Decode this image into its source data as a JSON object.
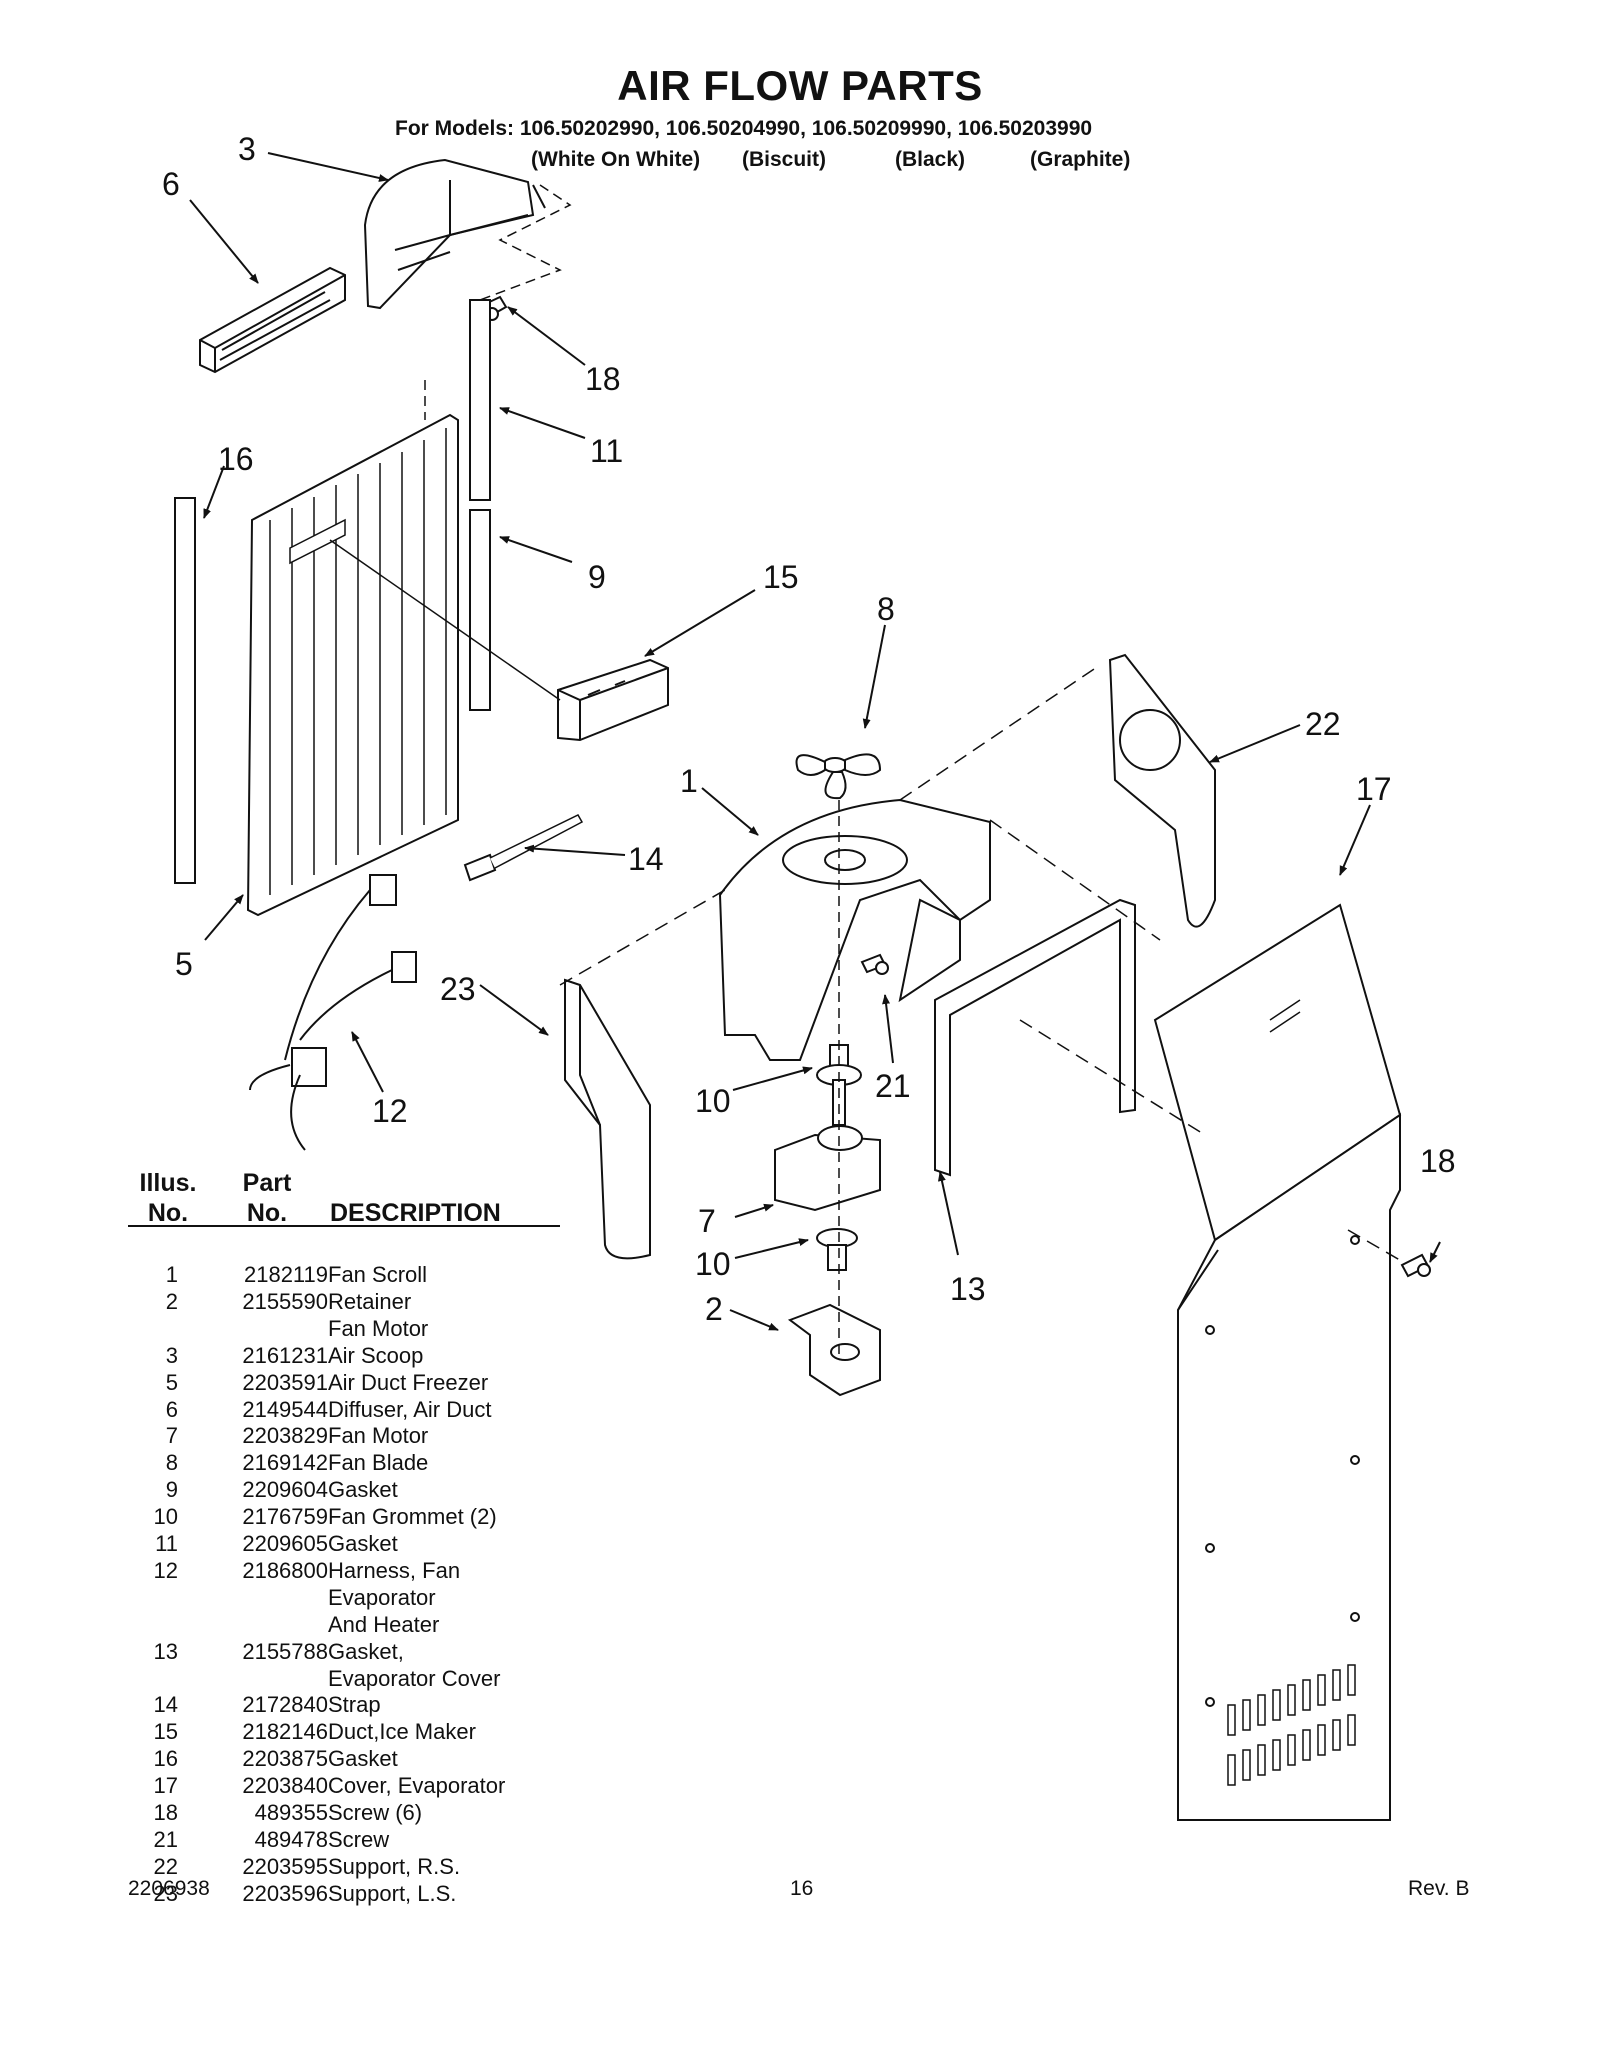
{
  "header": {
    "title": "AIR FLOW PARTS",
    "models": "For Models: 106.50202990, 106.50204990, 106.50209990, 106.50203990",
    "finishes": [
      "(White On White)",
      "(Biscuit)",
      "(Black)",
      "(Graphite)"
    ]
  },
  "callouts": [
    "3",
    "6",
    "18",
    "11",
    "16",
    "9",
    "15",
    "8",
    "22",
    "1",
    "17",
    "14",
    "5",
    "23",
    "12",
    "21",
    "10",
    "18",
    "7",
    "10",
    "13",
    "2"
  ],
  "parts_table": {
    "header_illus": [
      "Illus.",
      "No."
    ],
    "header_part": [
      "Part",
      "No."
    ],
    "header_desc": "DESCRIPTION",
    "rows": [
      {
        "illus": "1",
        "part": "2182119",
        "desc": "Fan Scroll"
      },
      {
        "illus": "2",
        "part": "2155590",
        "desc": "Retainer"
      },
      {
        "illus": "",
        "part": "",
        "desc": "Fan Motor"
      },
      {
        "illus": "3",
        "part": "2161231",
        "desc": "Air Scoop"
      },
      {
        "illus": "5",
        "part": "2203591",
        "desc": "Air Duct Freezer"
      },
      {
        "illus": "6",
        "part": "2149544",
        "desc": "Diffuser, Air Duct"
      },
      {
        "illus": "7",
        "part": "2203829",
        "desc": "Fan Motor"
      },
      {
        "illus": "8",
        "part": "2169142",
        "desc": "Fan Blade"
      },
      {
        "illus": "9",
        "part": "2209604",
        "desc": "Gasket"
      },
      {
        "illus": "10",
        "part": "2176759",
        "desc": "Fan Grommet (2)"
      },
      {
        "illus": "11",
        "part": "2209605",
        "desc": "Gasket"
      },
      {
        "illus": "12",
        "part": "2186800",
        "desc": "Harness, Fan"
      },
      {
        "illus": "",
        "part": "",
        "desc": "Evaporator"
      },
      {
        "illus": "",
        "part": "",
        "desc": "And Heater"
      },
      {
        "illus": "13",
        "part": "2155788",
        "desc": "Gasket,"
      },
      {
        "illus": "",
        "part": "",
        "desc": "Evaporator Cover"
      },
      {
        "illus": "14",
        "part": "2172840",
        "desc": "Strap"
      },
      {
        "illus": "15",
        "part": "2182146",
        "desc": "Duct,Ice Maker"
      },
      {
        "illus": "16",
        "part": "2203875",
        "desc": "Gasket"
      },
      {
        "illus": "17",
        "part": "2203840",
        "desc": "Cover, Evaporator"
      },
      {
        "illus": "18",
        "part": "489355",
        "desc": "Screw (6)"
      },
      {
        "illus": "21",
        "part": "489478",
        "desc": "Screw"
      },
      {
        "illus": "22",
        "part": "2203595",
        "desc": "Support, R.S."
      },
      {
        "illus": "23",
        "part": "2203596",
        "desc": "Support, L.S."
      }
    ]
  },
  "footer": {
    "doc_number": "2206938",
    "page": "16",
    "revision": "Rev. B"
  }
}
